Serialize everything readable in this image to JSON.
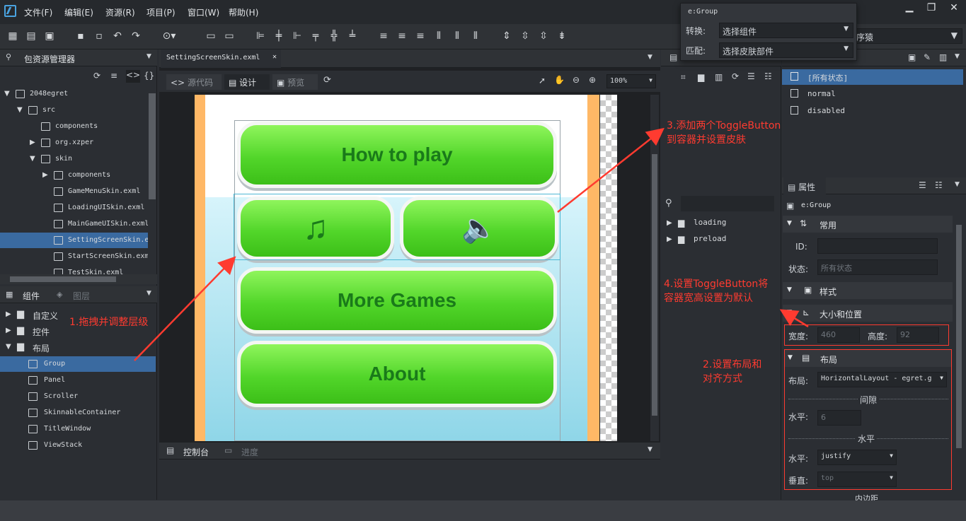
{
  "menubar": {
    "items": [
      "文件(F)",
      "编辑(E)",
      "资源(R)",
      "项目(P)",
      "窗口(W)",
      "帮助(H)"
    ]
  },
  "popup": {
    "title": "e:Group",
    "convert_label": "转换:",
    "convert_value": "选择组件",
    "match_label": "匹配:",
    "match_value": "选择皮肤部件",
    "behind_text": "序猿"
  },
  "left_panel": {
    "title": "包资源管理器",
    "tree": [
      {
        "label": "2048egret",
        "depth": 0,
        "arrow": "▼",
        "icon": "project"
      },
      {
        "label": "src",
        "depth": 1,
        "arrow": "▼",
        "icon": "package"
      },
      {
        "label": "components",
        "depth": 2,
        "arrow": "",
        "icon": "grid"
      },
      {
        "label": "org.xzper",
        "depth": 2,
        "arrow": "▶",
        "icon": "package"
      },
      {
        "label": "skin",
        "depth": 2,
        "arrow": "▼",
        "icon": "package"
      },
      {
        "label": "components",
        "depth": 3,
        "arrow": "▶",
        "icon": "package"
      },
      {
        "label": "GameMenuSkin.exml",
        "depth": 3,
        "arrow": "",
        "icon": "file"
      },
      {
        "label": "LoadingUISkin.exml",
        "depth": 3,
        "arrow": "",
        "icon": "file"
      },
      {
        "label": "MainGameUISkin.exml",
        "depth": 3,
        "arrow": "",
        "icon": "file"
      },
      {
        "label": "SettingScreenSkin.e",
        "depth": 3,
        "arrow": "",
        "icon": "file",
        "selected": true
      },
      {
        "label": "StartScreenSkin.exm",
        "depth": 3,
        "arrow": "",
        "icon": "file"
      },
      {
        "label": "TestSkin.exml",
        "depth": 3,
        "arrow": "",
        "icon": "file"
      }
    ]
  },
  "components_panel": {
    "tab1": "组件",
    "tab2": "图层",
    "folders": [
      {
        "label": "自定义",
        "arrow": "▶"
      },
      {
        "label": "控件",
        "arrow": "▶"
      },
      {
        "label": "布局",
        "arrow": "▼"
      }
    ],
    "items": [
      {
        "label": "Group",
        "selected": true
      },
      {
        "label": "Panel"
      },
      {
        "label": "Scroller"
      },
      {
        "label": "SkinnableContainer"
      },
      {
        "label": "TitleWindow"
      },
      {
        "label": "ViewStack"
      }
    ]
  },
  "editor": {
    "tab": "SettingScreenSkin.exml",
    "mode_source": "源代码",
    "mode_design": "设计",
    "mode_preview": "预览",
    "zoom": "100%",
    "buttons": {
      "how": "How to play",
      "more": "More Games",
      "about": "About"
    }
  },
  "console": {
    "tab1": "控制台",
    "tab2": "进度"
  },
  "mid_panel": {
    "tree": [
      {
        "label": "loading"
      },
      {
        "label": "preload"
      }
    ]
  },
  "states": {
    "items": [
      "[所有状态]",
      "normal",
      "disabled"
    ]
  },
  "props": {
    "title": "属性",
    "component": "e:Group",
    "sec_common": "常用",
    "id_label": "ID:",
    "state_label": "状态:",
    "state_placeholder": "所有状态",
    "sec_style": "样式",
    "sec_size": "大小和位置",
    "width_label": "宽度:",
    "width_value": "460",
    "height_label": "高度:",
    "height_value": "92",
    "sec_layout": "布局",
    "layout_label": "布局:",
    "layout_value": "HorizontalLayout - egret.g",
    "gap_title": "间隙",
    "h_label": "水平:",
    "h_gap": "6",
    "align_title": "水平",
    "halign_label": "水平:",
    "halign_value": "justify",
    "valign_label": "垂直:",
    "valign_value": "top",
    "padding_title": "内边距"
  },
  "annotations": {
    "a1": "1.拖拽并调整层级",
    "a2_line1": "2.设置布局和",
    "a2_line2": "对齐方式",
    "a3_line1": "3.添加两个ToggleButton",
    "a3_line2": "到容器并设置皮肤",
    "a4_line1": "4.设置ToggleButton将",
    "a4_line2": "容器宽高设置为默认"
  },
  "colors": {
    "accent": "#3a6aa0",
    "annotation": "#ff3b30",
    "button_green": "#52d62a"
  }
}
